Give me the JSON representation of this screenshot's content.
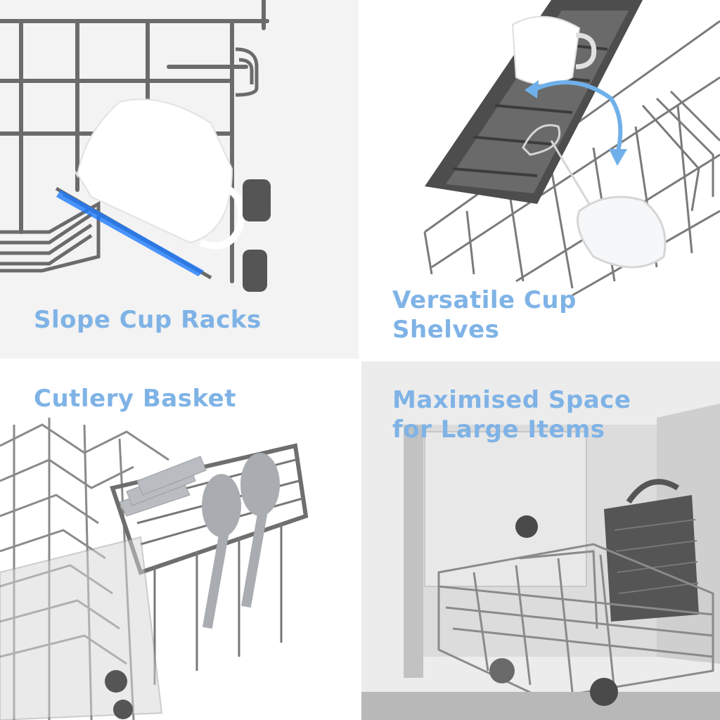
{
  "panels": [
    {
      "caption_lines": [
        "Slope Cup Racks"
      ],
      "accent": "#1e7bff"
    },
    {
      "caption_lines": [
        "Versatile Cup",
        "Shelves"
      ],
      "arrow_color": "#6fb0ea"
    },
    {
      "caption_lines": [
        "Cutlery Basket"
      ]
    },
    {
      "caption_lines": [
        "Maximised Space",
        "for Large Items"
      ]
    }
  ],
  "caption_color": "#7fb3e6"
}
